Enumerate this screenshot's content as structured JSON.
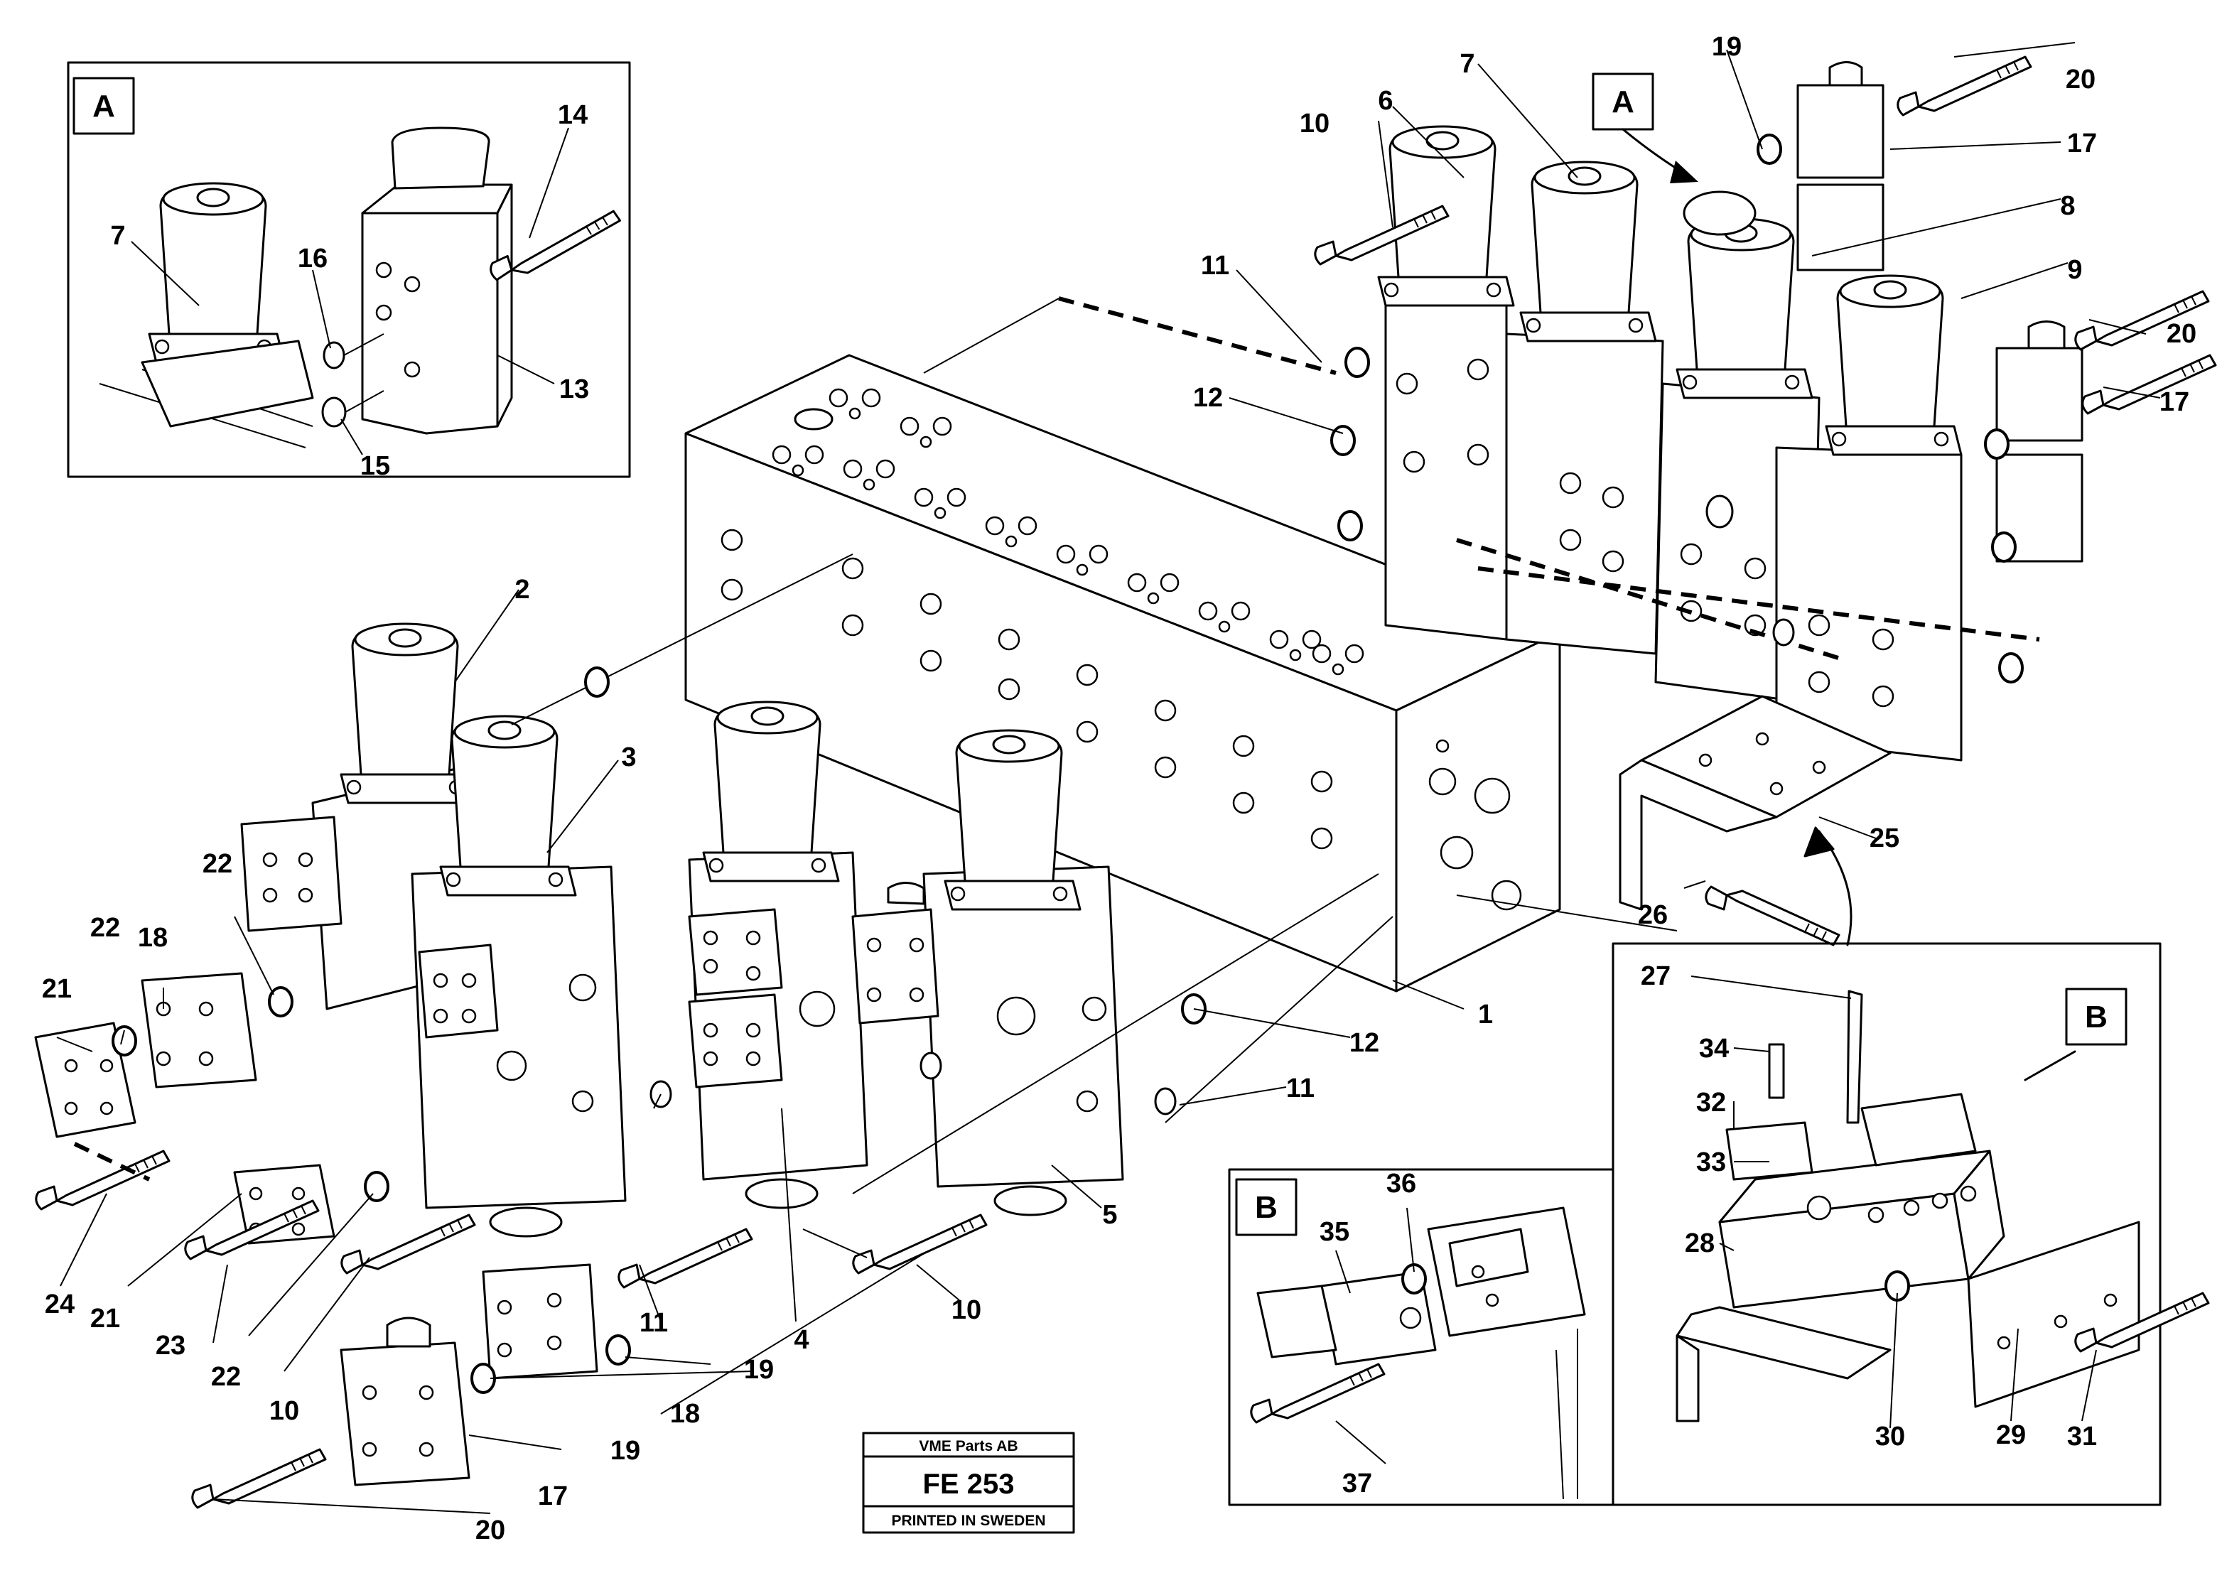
{
  "part_labels": {
    "n1": "1",
    "n2": "2",
    "n3": "3",
    "n4": "4",
    "n5": "5",
    "n6": "6",
    "n7": "7",
    "n8": "8",
    "n9": "9",
    "n10": "10",
    "n11": "11",
    "n12": "12",
    "n13": "13",
    "n14": "14",
    "n15": "15",
    "n16": "16",
    "n17": "17",
    "n18": "18",
    "n19": "19",
    "n20": "20",
    "n21": "21",
    "n22": "22",
    "n23": "23",
    "n24": "24",
    "n25": "25",
    "n26": "26",
    "n27": "27",
    "n28": "28",
    "n29": "29",
    "n30": "30",
    "n31": "31",
    "n32": "32",
    "n33": "33",
    "n34": "34",
    "n35": "35",
    "n36": "36",
    "n37": "37"
  },
  "detail_markers": {
    "a": "A",
    "b": "B"
  },
  "title_block": {
    "company": "VME Parts AB",
    "code": "FE 253",
    "printed": "PRINTED IN SWEDEN"
  }
}
